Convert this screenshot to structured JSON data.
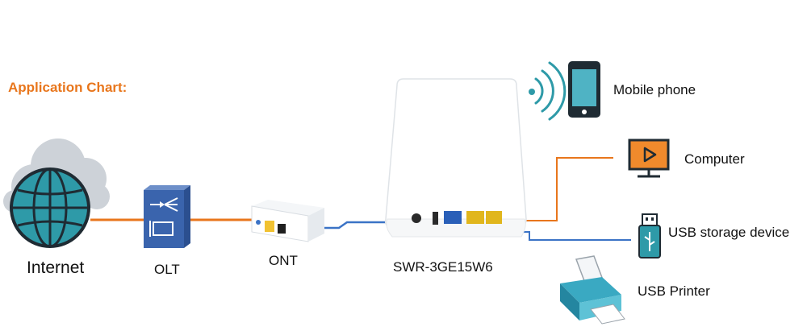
{
  "heading": "Application Chart:",
  "labels": {
    "internet": "Internet",
    "olt": "OLT",
    "ont": "ONT",
    "router": "SWR-3GE15W6",
    "mobile": "Mobile phone",
    "computer": "Computer",
    "usb_storage": "USB storage device",
    "usb_printer": "USB Printer"
  },
  "icons": {
    "internet": "globe-cloud-icon",
    "olt": "olt-switch-icon",
    "ont": "ont-device-icon",
    "router": "router-device",
    "wifi": "wifi-signal-icon",
    "mobile": "mobile-phone-icon",
    "computer": "computer-monitor-icon",
    "usb_storage": "usb-drive-icon",
    "usb_printer": "printer-icon"
  },
  "colors": {
    "heading": "#e8761c",
    "fiber_line": "#e8761c",
    "ethernet_line": "#3b73c6",
    "icon_teal": "#2e9aa8",
    "icon_orange": "#e8761c"
  }
}
